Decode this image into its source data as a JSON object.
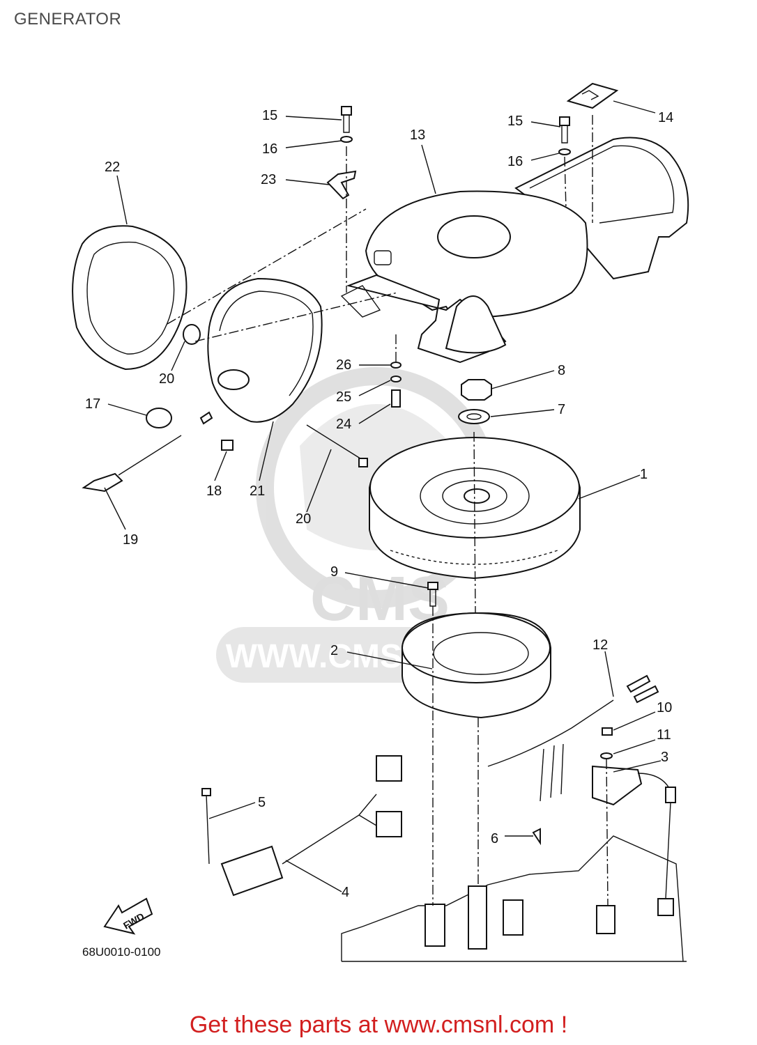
{
  "title": "GENERATOR",
  "drawing_code": "68U0010-0100",
  "fwd_label": "FWD",
  "watermark": {
    "text": "WWW.CMSNL.COM",
    "brand": "CMS",
    "color": "#c8c8c8"
  },
  "footer": {
    "text": "Get these parts at www.cmsnl.com !",
    "color": "#d21f1f"
  },
  "callouts": [
    {
      "id": "c1",
      "label": "1"
    },
    {
      "id": "c2",
      "label": "2"
    },
    {
      "id": "c3",
      "label": "3"
    },
    {
      "id": "c4",
      "label": "4"
    },
    {
      "id": "c5",
      "label": "5"
    },
    {
      "id": "c6",
      "label": "6"
    },
    {
      "id": "c7",
      "label": "7"
    },
    {
      "id": "c8",
      "label": "8"
    },
    {
      "id": "c9",
      "label": "9"
    },
    {
      "id": "c10",
      "label": "10"
    },
    {
      "id": "c11",
      "label": "11"
    },
    {
      "id": "c12",
      "label": "12"
    },
    {
      "id": "c13",
      "label": "13"
    },
    {
      "id": "c14",
      "label": "14"
    },
    {
      "id": "c15a",
      "label": "15"
    },
    {
      "id": "c15b",
      "label": "15"
    },
    {
      "id": "c16a",
      "label": "16"
    },
    {
      "id": "c16b",
      "label": "16"
    },
    {
      "id": "c17",
      "label": "17"
    },
    {
      "id": "c18",
      "label": "18"
    },
    {
      "id": "c19",
      "label": "19"
    },
    {
      "id": "c20a",
      "label": "20"
    },
    {
      "id": "c20b",
      "label": "20"
    },
    {
      "id": "c21",
      "label": "21"
    },
    {
      "id": "c22",
      "label": "22"
    },
    {
      "id": "c23",
      "label": "23"
    },
    {
      "id": "c24",
      "label": "24"
    },
    {
      "id": "c25",
      "label": "25"
    },
    {
      "id": "c26",
      "label": "26"
    }
  ]
}
